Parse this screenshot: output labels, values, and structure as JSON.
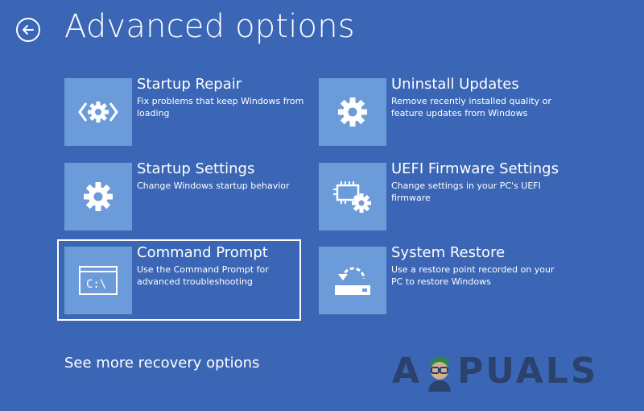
{
  "header": {
    "title": "Advanced options"
  },
  "tiles": [
    {
      "title": "Startup Repair",
      "desc": "Fix problems that keep Windows from loading",
      "icon": "code-gear-icon"
    },
    {
      "title": "Uninstall Updates",
      "desc": "Remove recently installed quality or feature updates from Windows",
      "icon": "gear-icon"
    },
    {
      "title": "Startup Settings",
      "desc": "Change Windows startup behavior",
      "icon": "gear-icon"
    },
    {
      "title": "UEFI Firmware Settings",
      "desc": "Change settings in your PC's UEFI firmware",
      "icon": "chip-gear-icon"
    },
    {
      "title": "Command Prompt",
      "desc": "Use the Command Prompt for advanced troubleshooting",
      "icon": "console-icon",
      "console_text": "C:\\"
    },
    {
      "title": "System Restore",
      "desc": "Use a restore point recorded on your PC to restore Windows",
      "icon": "restore-icon"
    }
  ],
  "footer": {
    "more_options": "See more recovery options"
  },
  "watermark": {
    "left": "A",
    "right": "PUALS"
  },
  "colors": {
    "background": "#3a66b5",
    "tile_icon_bg": "#6b9bd8",
    "text": "#ffffff"
  }
}
